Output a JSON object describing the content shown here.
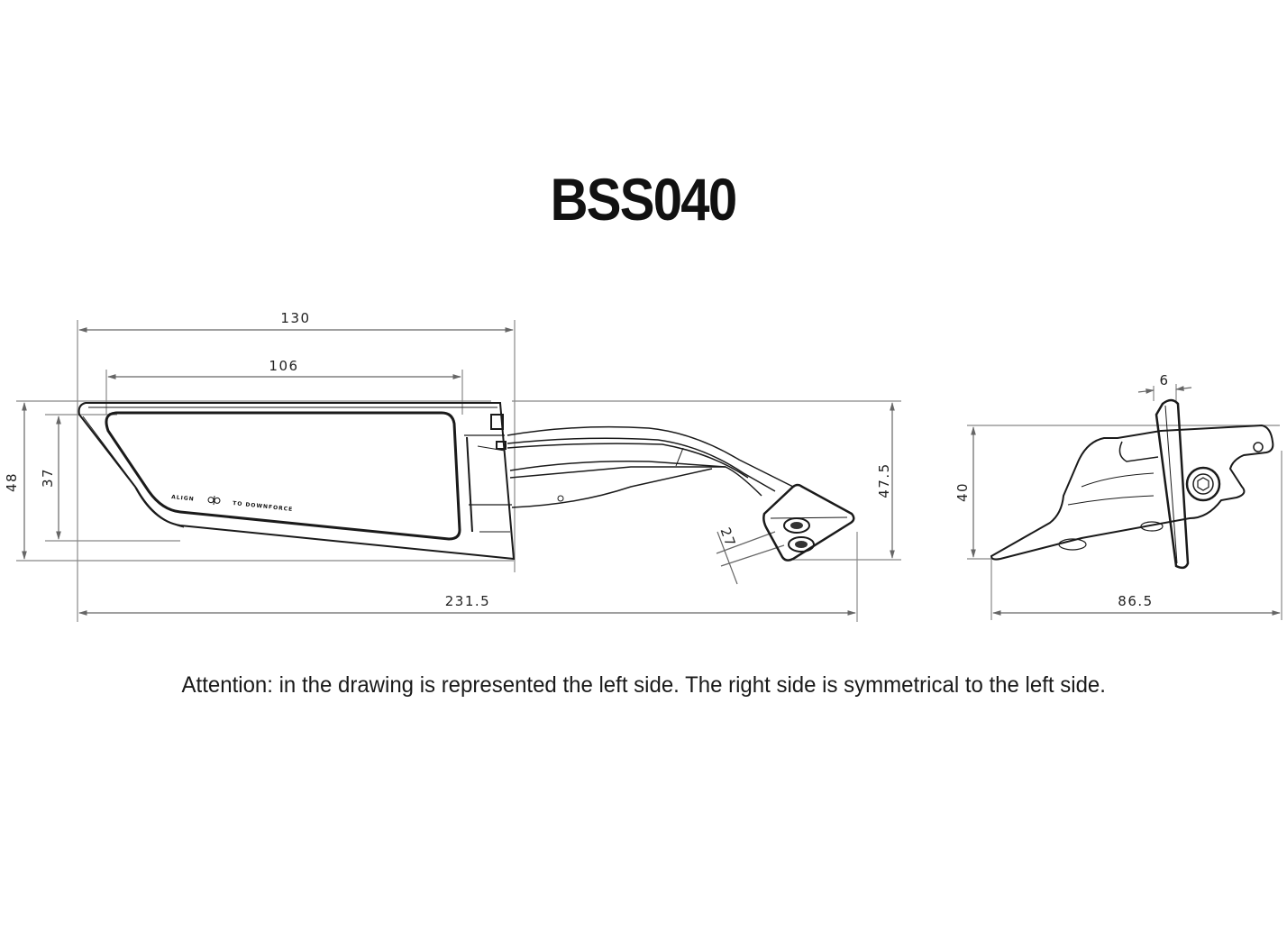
{
  "drawing": {
    "title": "BSS040",
    "note": "Attention: in the drawing is represented the left side. The right side is symmetrical to the left side.",
    "mirror_label": "ALIGN",
    "mirror_label2": "TO DOWNFORCE",
    "side_view": {
      "dimensions": {
        "overall_length": "231.5",
        "mirror_length": "130",
        "glass_length": "106",
        "mirror_height": "48",
        "glass_height": "37",
        "overall_height": "47.5",
        "mount_width": "27"
      }
    },
    "front_view": {
      "dimensions": {
        "width": "86.5",
        "height": "40",
        "thickness": "6"
      }
    },
    "colors": {
      "line": "#1a1a1a",
      "dimension_line": "#777777",
      "background": "#ffffff"
    }
  }
}
